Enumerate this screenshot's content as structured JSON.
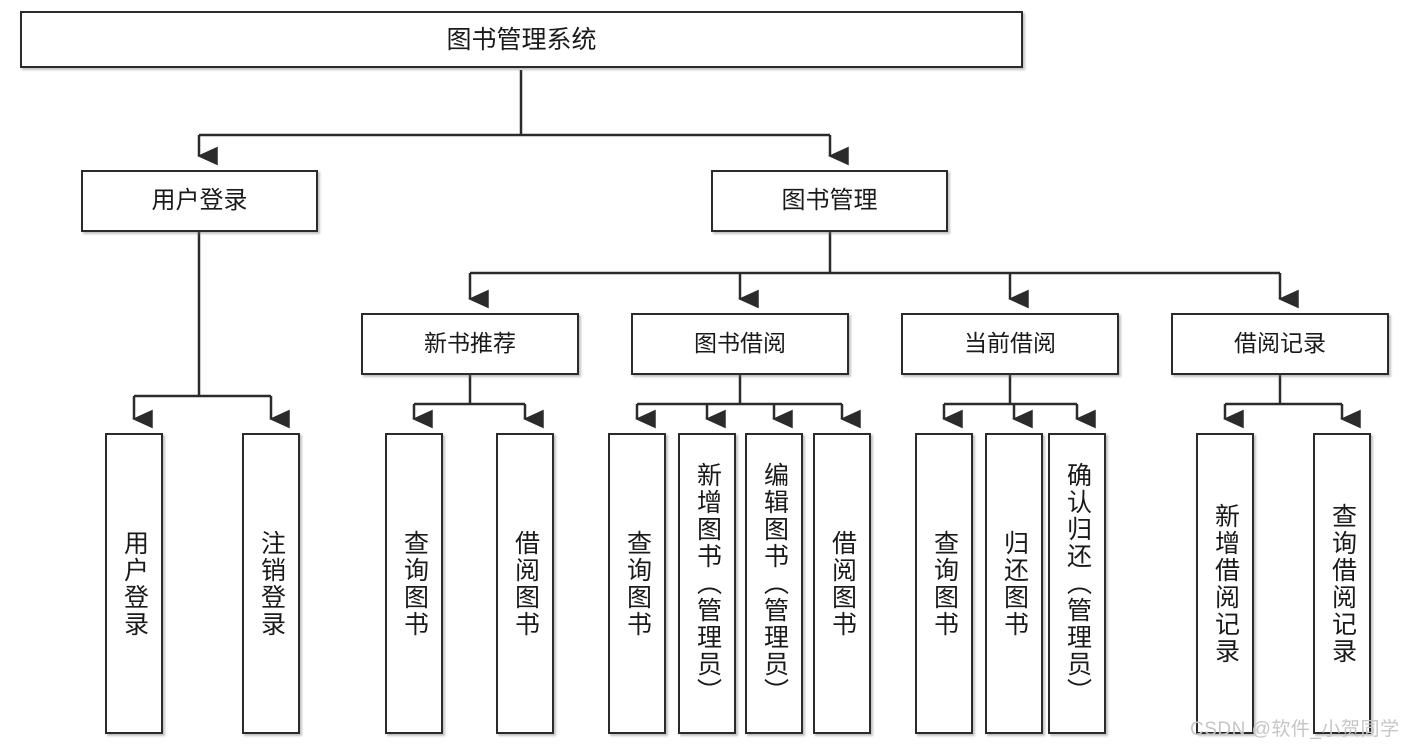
{
  "diagram": {
    "title": "图书管理系统",
    "type": "功能结构图",
    "root": {
      "label": "图书管理系统"
    },
    "level1": [
      {
        "label": "用户登录"
      },
      {
        "label": "图书管理"
      }
    ],
    "level2": [
      {
        "label": "新书推荐"
      },
      {
        "label": "图书借阅"
      },
      {
        "label": "当前借阅"
      },
      {
        "label": "借阅记录"
      }
    ],
    "leaves": {
      "user_login": [
        {
          "label": "用户登录"
        },
        {
          "label": "注销登录"
        }
      ],
      "new_book_recommend": [
        {
          "label": "查询图书"
        },
        {
          "label": "借阅图书"
        }
      ],
      "book_borrow": [
        {
          "label": "查询图书"
        },
        {
          "label": "新增图书（管理员）"
        },
        {
          "label": "编辑图书（管理员）"
        },
        {
          "label": "借阅图书"
        }
      ],
      "current_borrow": [
        {
          "label": "查询图书"
        },
        {
          "label": "归还图书"
        },
        {
          "label": "确认归还（管理员）"
        }
      ],
      "borrow_record": [
        {
          "label": "新增借阅记录"
        },
        {
          "label": "查询借阅记录"
        }
      ]
    }
  },
  "watermark": {
    "text": "CSDN @软件_小贺同学"
  },
  "colors": {
    "stroke": "#2b2b2b",
    "fill": "#ffffff",
    "text": "#1a1a1a",
    "watermark": "#c6c6c6"
  }
}
